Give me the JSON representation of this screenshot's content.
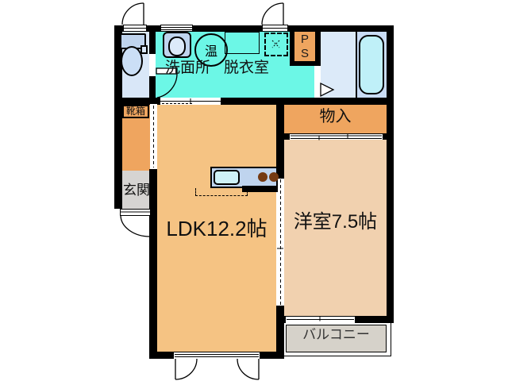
{
  "title": "1LDK apartment floor plan",
  "colors": {
    "wall": "#000000",
    "washroom_cyan": "#6CF7E6",
    "ldk_orange": "#F5C383",
    "accent_orange": "#EFA55F",
    "western_tan": "#F1D1AF",
    "bath_blue": "#DCEAF9",
    "tub_cyan": "#BFF0F8",
    "fixture_blue": "#BFD4EE",
    "gray": "#D6D2CA"
  },
  "rooms": {
    "washroom": {
      "label": "洗面所"
    },
    "dressing_room": {
      "label": "脱衣室"
    },
    "water_heater": {
      "label": "温"
    },
    "pipe_space": {
      "line1": "P",
      "line2": "S"
    },
    "shoe_box": {
      "label": "靴箱"
    },
    "entrance": {
      "label": "玄関"
    },
    "ldk": {
      "label": "LDK12.2帖"
    },
    "storage": {
      "label": "物入"
    },
    "western_room": {
      "label": "洋室7.5帖"
    },
    "balcony": {
      "label": "バルコニー"
    }
  }
}
